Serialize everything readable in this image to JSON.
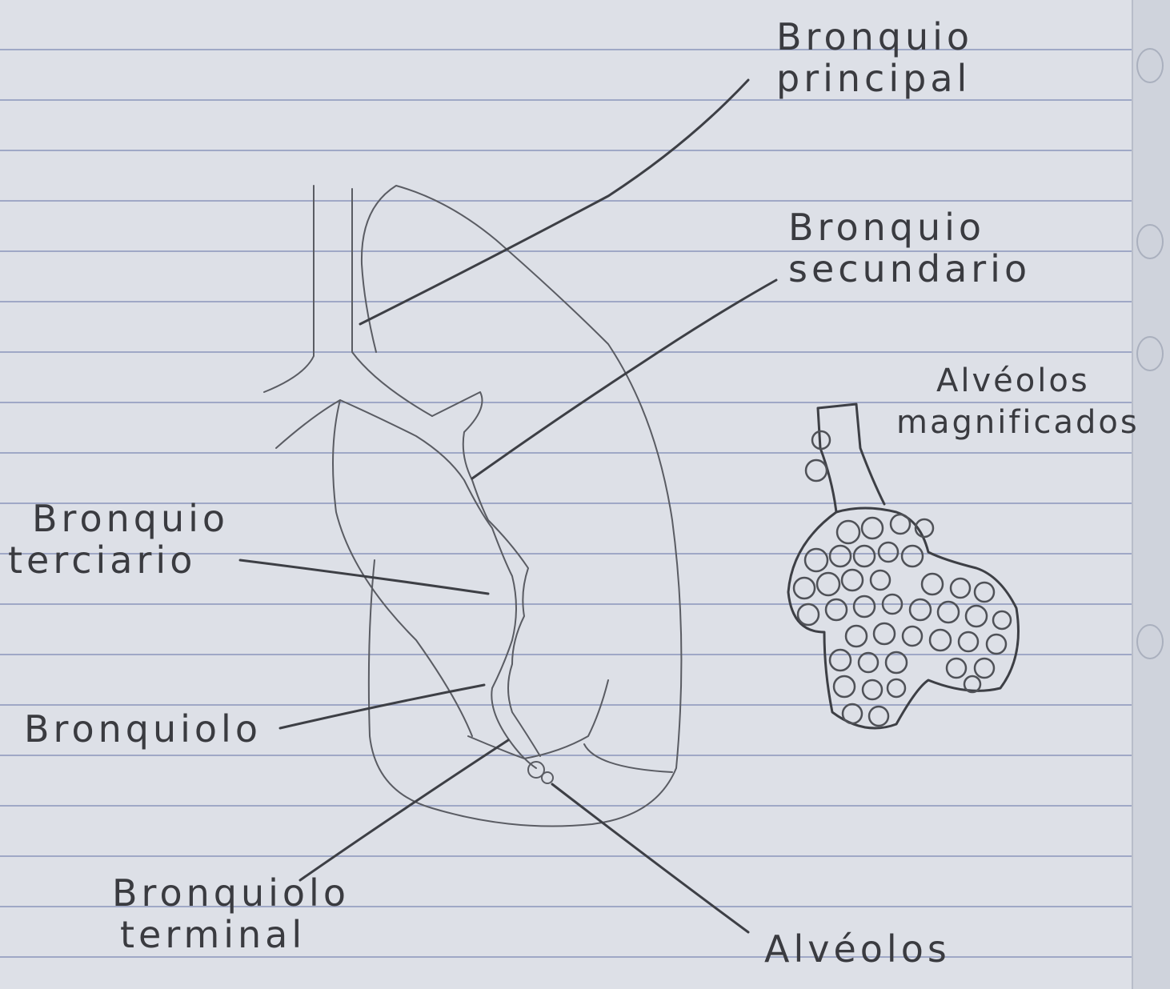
{
  "labels": {
    "principal": {
      "line1": "Bronquio",
      "line2": "principal"
    },
    "secundario": {
      "line1": "Bronquio",
      "line2": "secundario"
    },
    "alveolos_mag": {
      "line1": "Alvéolos",
      "line2": "magnificados"
    },
    "terciario": {
      "line1": "Bronquio",
      "line2": "terciario"
    },
    "bronquiolo": {
      "line1": "Bronquiolo"
    },
    "terminal": {
      "line1": "Bronquiolo",
      "line2": "terminal"
    },
    "alveolos": {
      "line1": "Alvéolos"
    }
  },
  "colors": {
    "paper": "#dde0e7",
    "ruling": "#9fa8c6",
    "pencil": "#5a5c63"
  }
}
